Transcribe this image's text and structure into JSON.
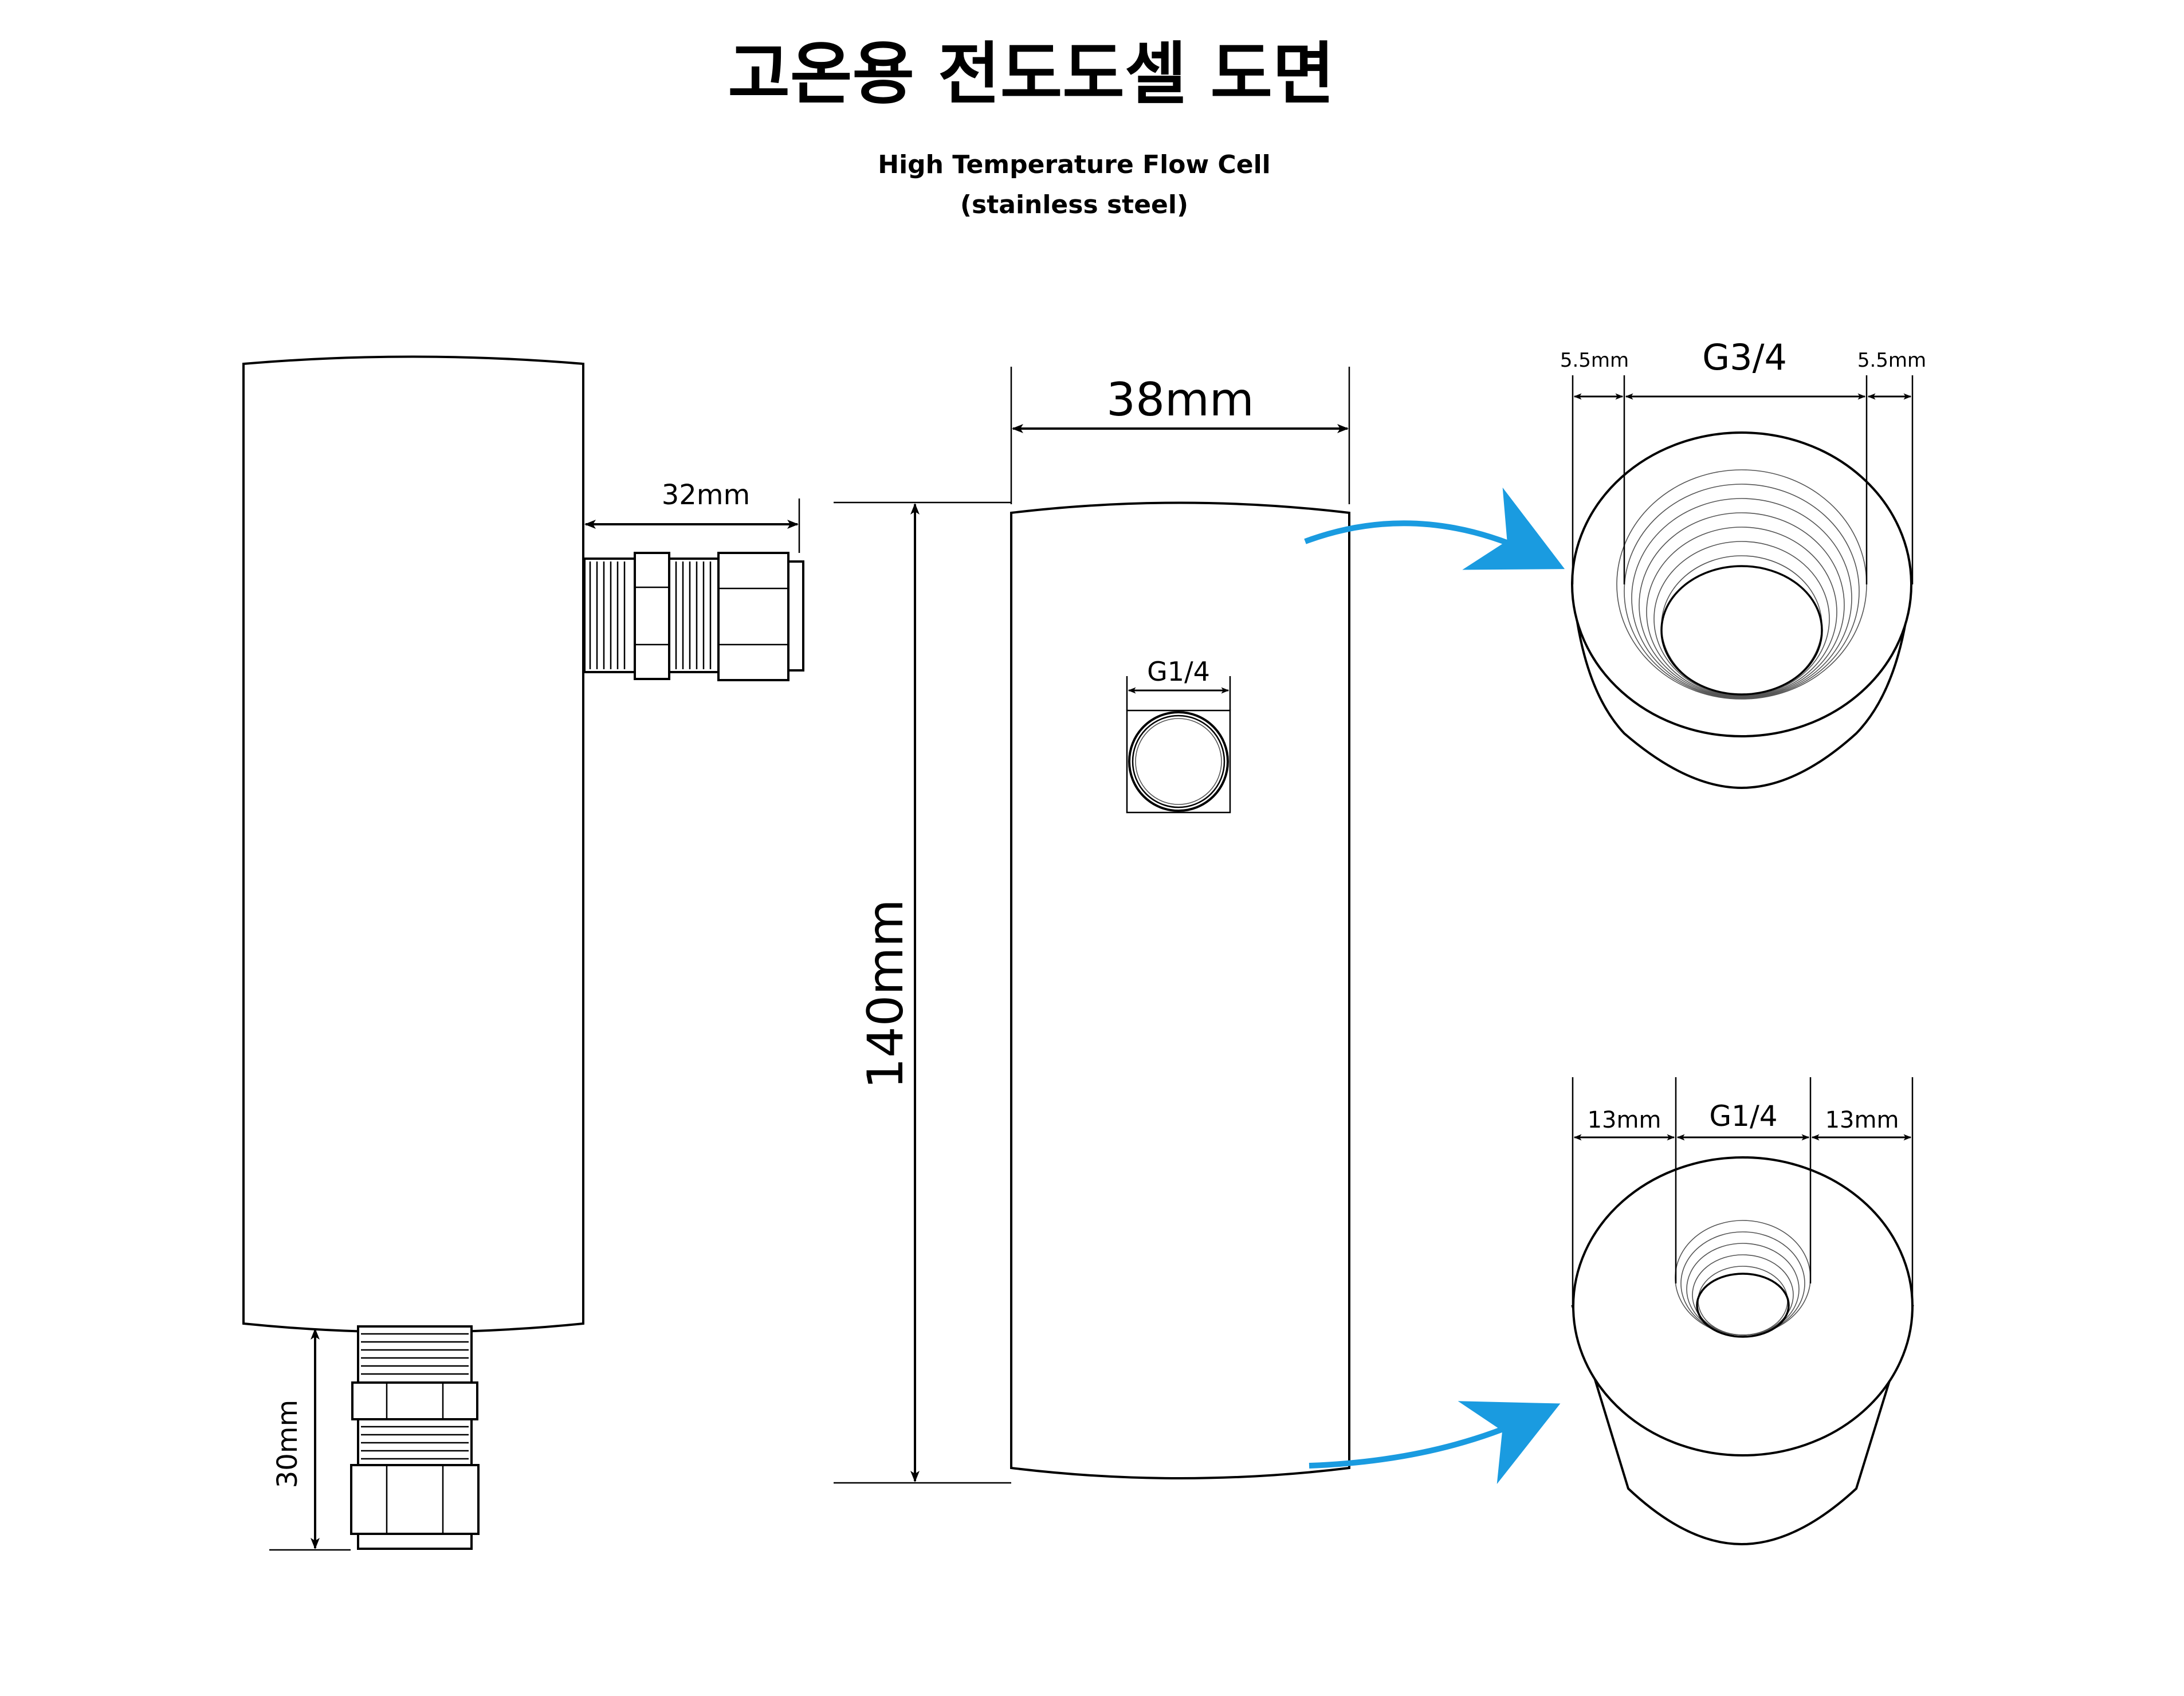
{
  "title": {
    "korean": "고온용 전도도셀 도면",
    "english_line1": "High Temperature Flow Cell",
    "english_line2": "(stainless steel)"
  },
  "dimensions": {
    "side_fitting_length": "32mm",
    "bottom_fitting_length": "30mm",
    "body_width": "38mm",
    "body_height": "140mm",
    "side_port_thread": "G1/4"
  },
  "top_port_view": {
    "left_wall": "5.5mm",
    "thread": "G3/4",
    "right_wall": "5.5mm"
  },
  "bottom_port_view": {
    "left_wall": "13mm",
    "thread": "G1/4",
    "right_wall": "13mm"
  },
  "colors": {
    "line": "#000000",
    "callout_arrow": "#1a9be0",
    "background": "#ffffff"
  }
}
